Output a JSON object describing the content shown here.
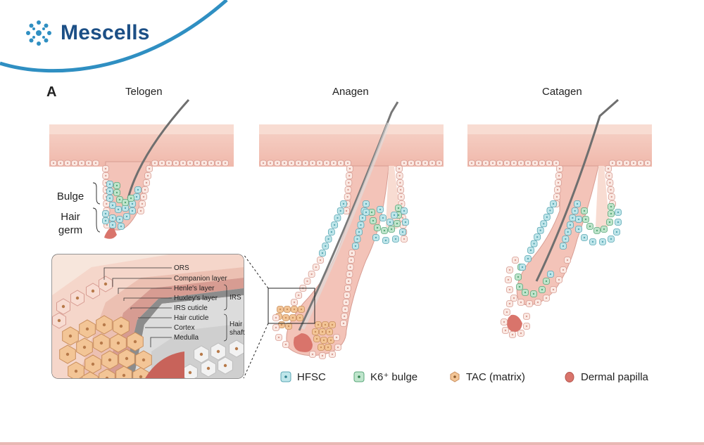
{
  "brand": {
    "name": "Mescells",
    "icon": "mescells-logo-icon",
    "accent": "#1c4f86",
    "arc_color": "#2f8fc2"
  },
  "panel_letter": "A",
  "stages": [
    {
      "title": "Telogen"
    },
    {
      "title": "Anagen"
    },
    {
      "title": "Catagen"
    }
  ],
  "telogen_labels": {
    "bulge": "Bulge",
    "hair_germ": "Hair germ"
  },
  "inset": {
    "labels": [
      "ORS",
      "Companion layer",
      "Henle's layer",
      "Huxley's layer",
      "IRS cuticle",
      "Hair cuticle",
      "Cortex",
      "Medulla"
    ],
    "irs_bracket": "IRS",
    "hair_shaft_bracket": "Hair shaft"
  },
  "legend": [
    {
      "label": "HFSC",
      "color": "#bfe6ea",
      "icon": "hfsc-cell-icon"
    },
    {
      "label": "K6⁺ bulge",
      "color": "#bfe5cc",
      "icon": "k6-bulge-cell-icon"
    },
    {
      "label": "TAC (matrix)",
      "color": "#f3c596",
      "icon": "tac-cell-icon"
    },
    {
      "label": "Dermal papilla",
      "color": "#d9746b",
      "icon": "dermal-papilla-icon"
    }
  ],
  "colors": {
    "skin": "#f3c3b8",
    "skin_dark": "#e7a89c",
    "epidermis": "#f8dcd2",
    "cell_fill": "#fbe9e3",
    "cell_stroke": "#d79c92",
    "hair": "#6f6f6f"
  }
}
